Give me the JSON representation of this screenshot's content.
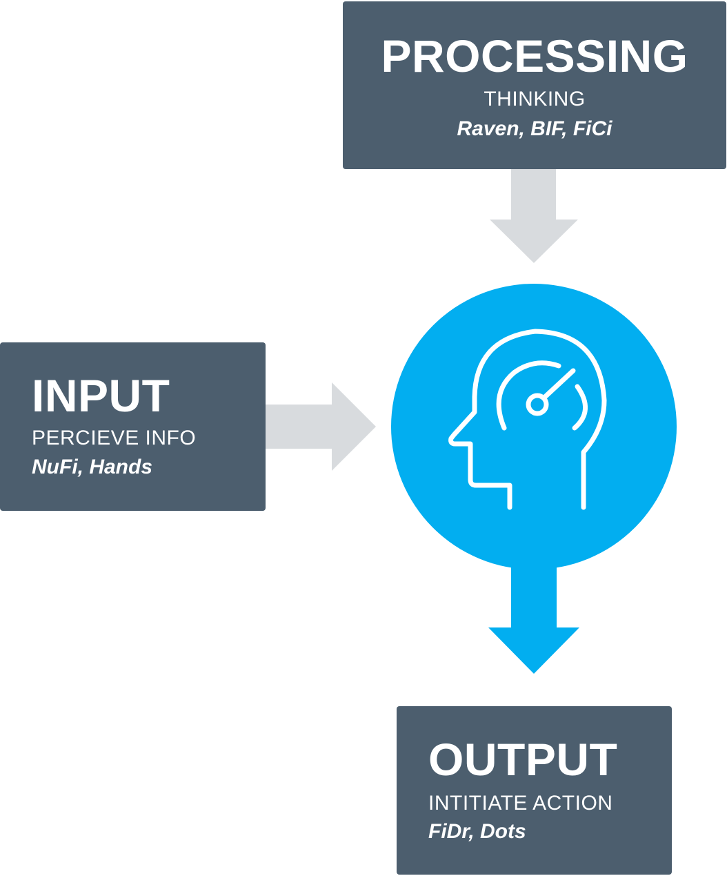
{
  "colors": {
    "box": "#4c5e6e",
    "arrow_gray": "#d8dbde",
    "accent": "#02aef0",
    "text": "#ffffff"
  },
  "processing": {
    "title": "PROCESSING",
    "subtitle": "THINKING",
    "tests": "Raven, BIF, FiCi"
  },
  "input": {
    "title": "INPUT",
    "subtitle": "PERCIEVE INFO",
    "tests": "NuFi, Hands"
  },
  "output": {
    "title": "OUTPUT",
    "subtitle": "INTITIATE ACTION",
    "tests": "FiDr, Dots"
  },
  "center": {
    "icon": "head-gauge-icon"
  }
}
